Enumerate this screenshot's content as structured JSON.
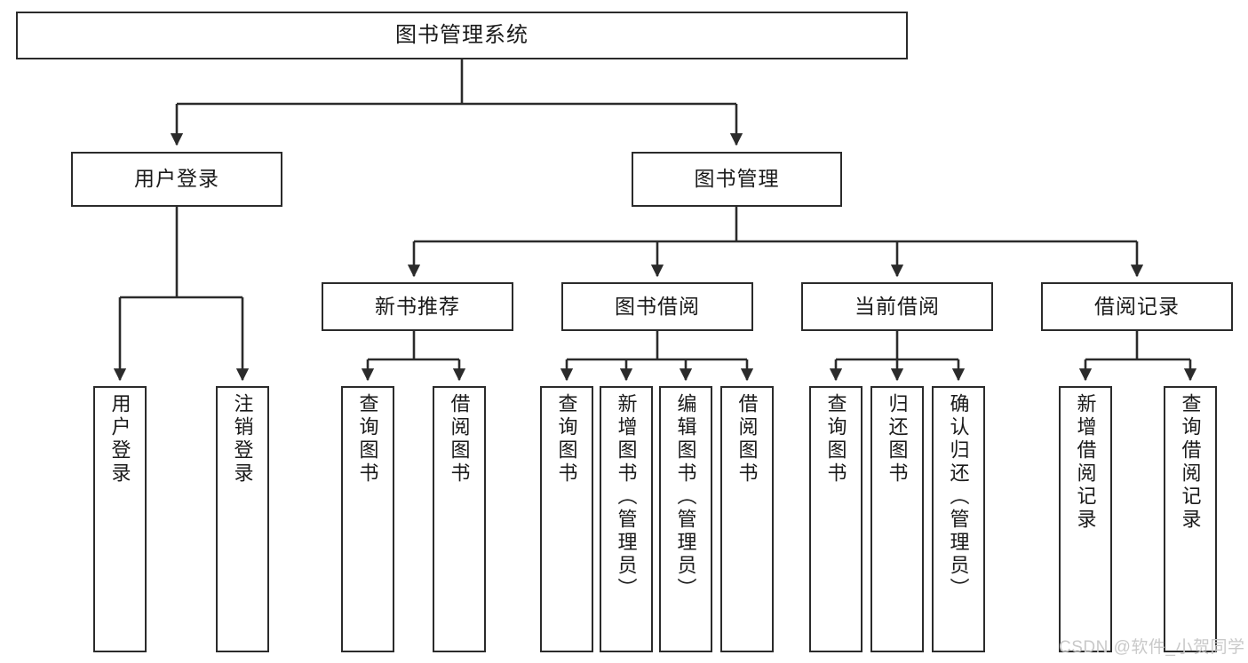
{
  "diagram": {
    "title": "图书管理系统",
    "type": "tree-diagram",
    "watermark": "CSDN @软件_小贺同学",
    "colors": {
      "stroke": "#2b2b2b",
      "fill": "#ffffff",
      "text": "#1a1a1a",
      "watermark": "#c9c9c9"
    },
    "nodes": {
      "root": {
        "label": "图书管理系统"
      },
      "level2": [
        {
          "label": "用户登录"
        },
        {
          "label": "图书管理"
        }
      ],
      "level3": [
        {
          "label": "新书推荐"
        },
        {
          "label": "图书借阅"
        },
        {
          "label": "当前借阅"
        },
        {
          "label": "借阅记录"
        }
      ],
      "leaves": {
        "user_login": [
          {
            "label": "用户登录"
          },
          {
            "label": "注销登录"
          }
        ],
        "new_book_recommend": [
          {
            "label": "查询图书"
          },
          {
            "label": "借阅图书"
          }
        ],
        "book_borrow": [
          {
            "label": "查询图书"
          },
          {
            "label": "新增图书（管理员）"
          },
          {
            "label": "编辑图书（管理员）"
          },
          {
            "label": "借阅图书"
          }
        ],
        "current_borrow": [
          {
            "label": "查询图书"
          },
          {
            "label": "归还图书"
          },
          {
            "label": "确认归还（管理员）"
          }
        ],
        "borrow_record": [
          {
            "label": "新增借阅记录"
          },
          {
            "label": "查询借阅记录"
          }
        ]
      }
    }
  }
}
